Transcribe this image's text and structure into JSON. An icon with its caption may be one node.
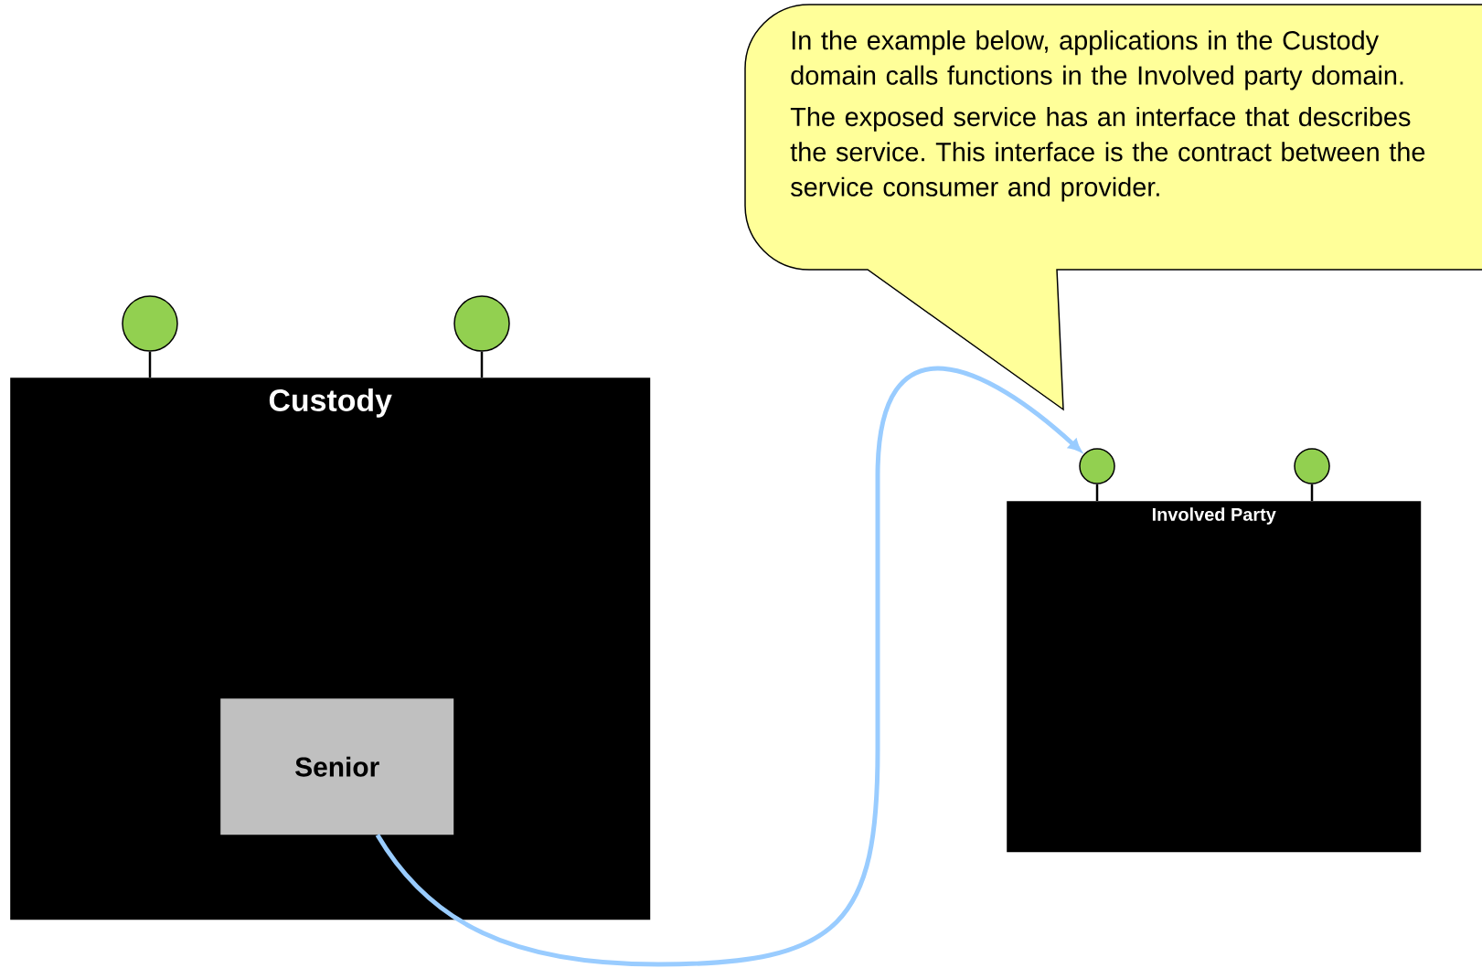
{
  "diagram": {
    "nodes": [
      {
        "text": [
          "In the example below, applications in the Custody domain calls functions in the Involved party domain.",
          "The exposed service has an interface that describes the service. This interface is the contract between the service consumer and provider."
        ]
      },
      {
        "text": [
          "Custody"
        ]
      },
      {
        "text": [],
        "shape": "circle"
      },
      {
        "text": [],
        "shape": "circle"
      },
      {
        "text": [
          "Senior"
        ],
        "in": 1
      },
      {
        "text": [
          "Involved Party"
        ]
      },
      {
        "text": [],
        "shape": "circle"
      },
      {
        "text": [],
        "shape": "circle"
      }
    ],
    "edges": [
      {
        "from": 2,
        "to": 1,
        "arrow": "none"
      },
      {
        "from": 3,
        "to": 1,
        "arrow": "none"
      },
      {
        "from": 6,
        "to": 5,
        "arrow": "none"
      },
      {
        "from": 7,
        "to": 5,
        "arrow": "none"
      },
      {
        "from": 4,
        "to": 6,
        "arrow": "to",
        "style": "thick",
        "color": "#99ccff"
      }
    ]
  }
}
